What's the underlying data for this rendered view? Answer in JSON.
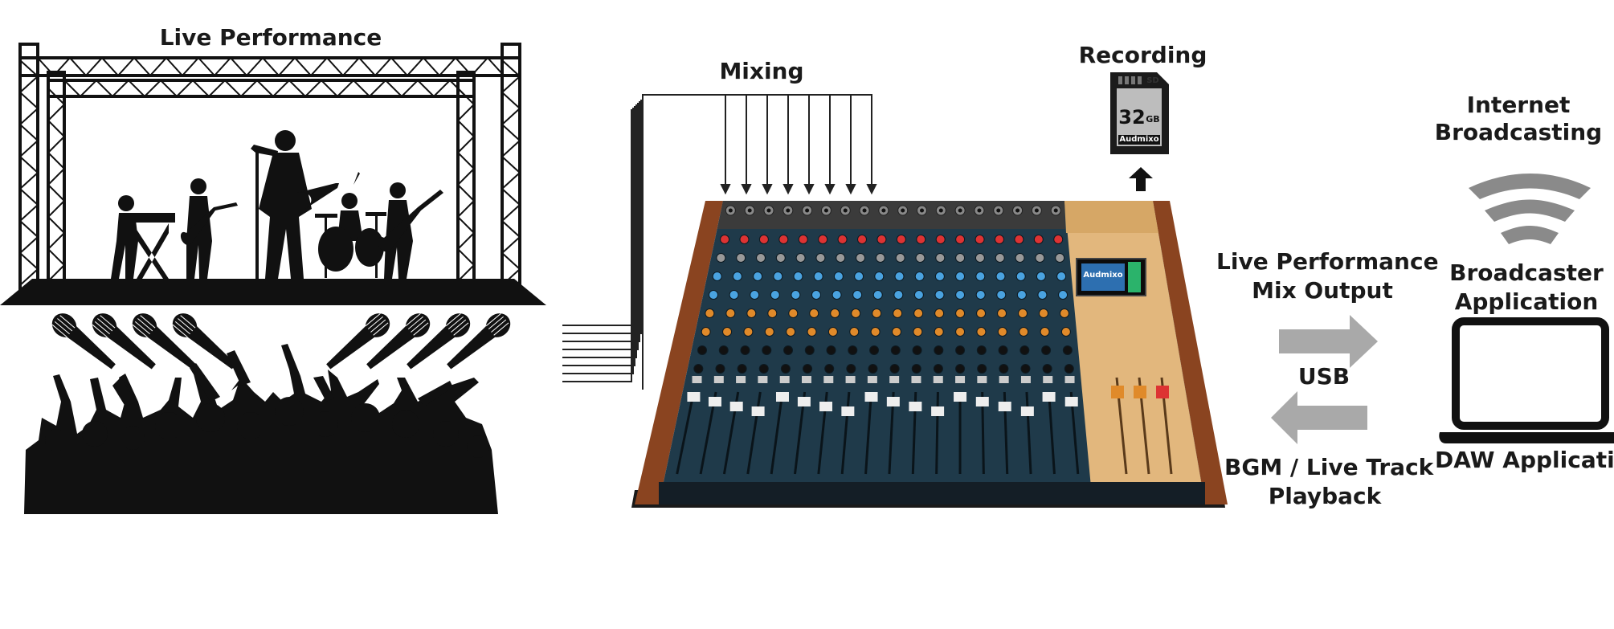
{
  "labels": {
    "live_performance": "Live Performance",
    "mixing": "Mixing",
    "recording": "Recording",
    "internet_broadcasting": [
      "Internet",
      "Broadcasting"
    ],
    "live_mix_output": [
      "Live Performance",
      "Mix Output"
    ],
    "usb": "USB",
    "bgm_playback": [
      "BGM / Live Track",
      "Playback"
    ],
    "broadcaster_application": [
      "Broadcaster",
      "Application"
    ],
    "daw_application": "DAW Applicatio"
  },
  "sd_card": {
    "capacity": "32",
    "unit": "GB",
    "brand": "Audmixo",
    "logo": "SD"
  },
  "mixer": {
    "screen_brand": "Audmixo"
  },
  "colors": {
    "ink": "#111111",
    "arrow_gray": "#a9a9a9",
    "wood": "#8a4420",
    "panel": "#1f3a4a",
    "master": "#e2b77d"
  }
}
